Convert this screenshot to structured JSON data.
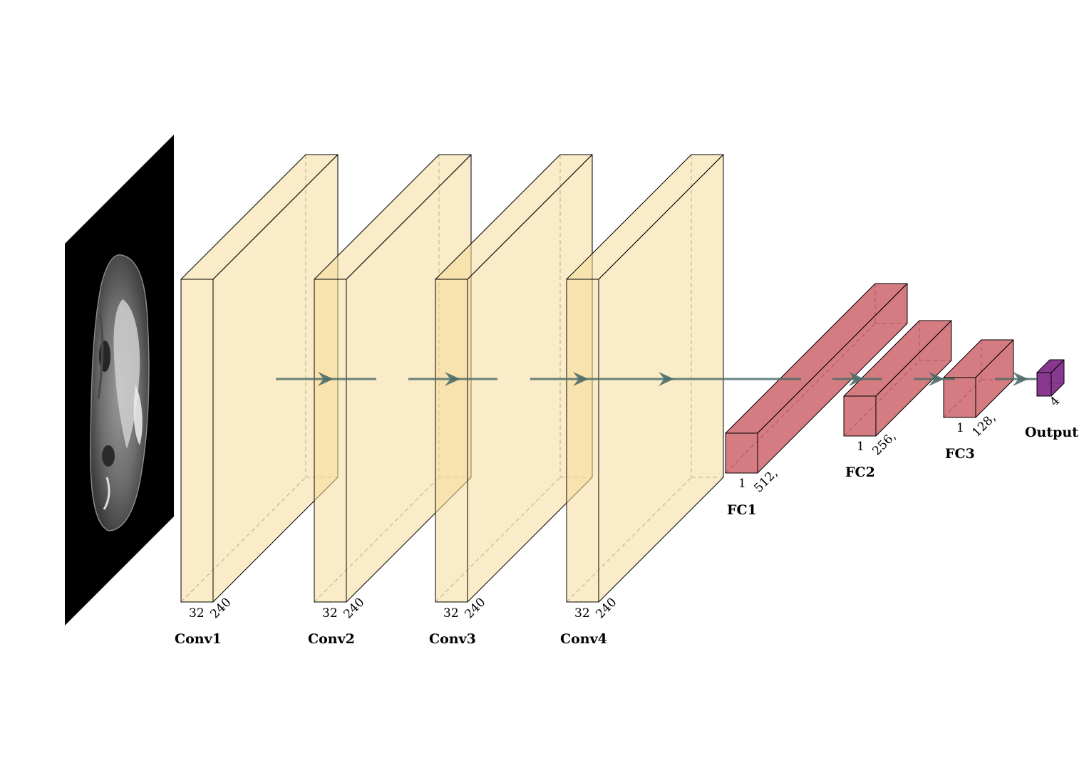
{
  "input_image": {
    "icon": "brain-mri-slice"
  },
  "conv_layers": [
    {
      "label": "Conv1",
      "depth": "32",
      "size": "240"
    },
    {
      "label": "Conv2",
      "depth": "32",
      "size": "240"
    },
    {
      "label": "Conv3",
      "depth": "32",
      "size": "240"
    },
    {
      "label": "Conv4",
      "depth": "32",
      "size": "240"
    }
  ],
  "fc_layers": [
    {
      "label": "FC1",
      "depth": "1",
      "size": "512,"
    },
    {
      "label": "FC2",
      "depth": "1",
      "size": "256,"
    },
    {
      "label": "FC3",
      "depth": "1",
      "size": "128,"
    }
  ],
  "output_layer": {
    "label": "Output",
    "size": "4"
  },
  "colors": {
    "conv_fill": "#f5dc9a",
    "fc_fill": "#c44a50",
    "output_fill": "#7b2483",
    "connection": "#4d6d6a",
    "input_background": "#000000"
  }
}
